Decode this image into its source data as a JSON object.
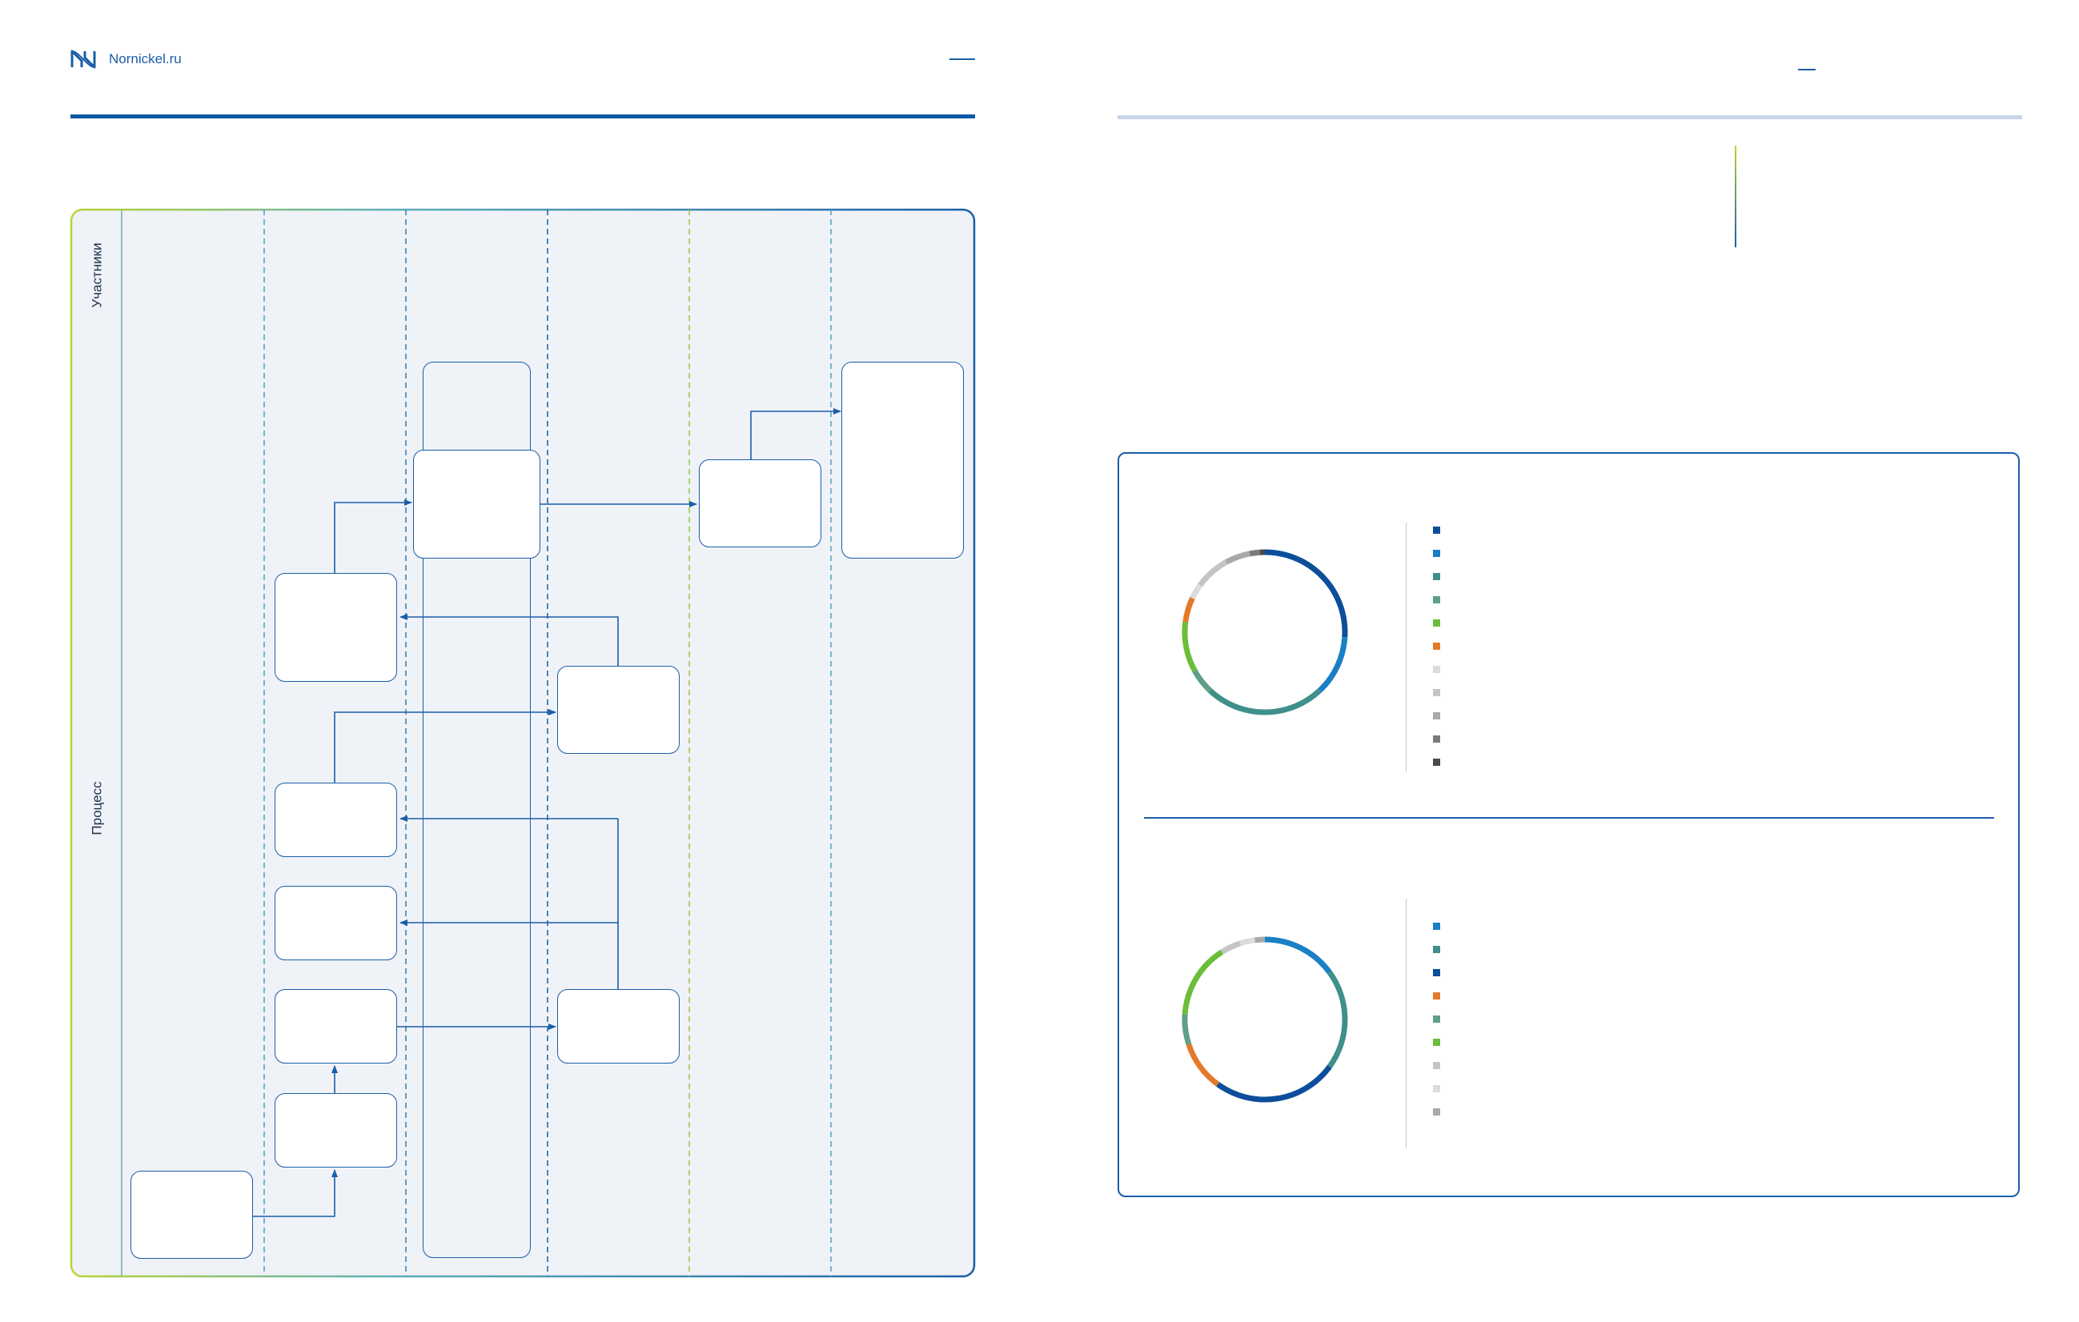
{
  "header": {
    "site_label": "Nornickel.ru",
    "logo_icon": "nornickel-logo-icon"
  },
  "colors": {
    "primary_blue": "#0d4e9a",
    "mid_blue": "#1a7fc4",
    "teal": "#3f8f8a",
    "green": "#6bbd3a",
    "lime": "#b8d433",
    "orange": "#e37a2a",
    "lane_fill": "#eff2f7"
  },
  "flowchart": {
    "lanes": {
      "participants": "Участники",
      "process": "Процесс"
    }
  },
  "charts": [
    {
      "type": "donut",
      "segments": [
        {
          "value": 26,
          "color": "#0d4e9a"
        },
        {
          "value": 12,
          "color": "#1a7fc4"
        },
        {
          "value": 24,
          "color": "#3f8f8a"
        },
        {
          "value": 5,
          "color": "#5f9f88"
        },
        {
          "value": 10,
          "color": "#6bbd3a"
        },
        {
          "value": 5,
          "color": "#e37a2a"
        },
        {
          "value": 3,
          "color": "#dcdcdc"
        },
        {
          "value": 7,
          "color": "#c4c4c4"
        },
        {
          "value": 5,
          "color": "#a9a9a9"
        },
        {
          "value": 2,
          "color": "#7a7a7a"
        },
        {
          "value": 1,
          "color": "#4a4a4a"
        }
      ],
      "legend_colors": [
        "#0d4e9a",
        "#1a7fc4",
        "#3f8f8a",
        "#5f9f88",
        "#6bbd3a",
        "#e37a2a",
        "#dcdcdc",
        "#c4c4c4",
        "#a9a9a9",
        "#7a7a7a",
        "#4a4a4a"
      ]
    },
    {
      "type": "donut",
      "segments": [
        {
          "value": 15,
          "color": "#1a7fc4"
        },
        {
          "value": 20,
          "color": "#3f8f8a"
        },
        {
          "value": 25,
          "color": "#0d4e9a"
        },
        {
          "value": 10,
          "color": "#e37a2a"
        },
        {
          "value": 6,
          "color": "#5f9f88"
        },
        {
          "value": 15,
          "color": "#6bbd3a"
        },
        {
          "value": 4,
          "color": "#c4c4c4"
        },
        {
          "value": 3,
          "color": "#dcdcdc"
        },
        {
          "value": 2,
          "color": "#a9a9a9"
        }
      ],
      "legend_colors": [
        "#1a7fc4",
        "#3f8f8a",
        "#0d4e9a",
        "#e37a2a",
        "#5f9f88",
        "#6bbd3a",
        "#c4c4c4",
        "#dcdcdc",
        "#a9a9a9"
      ]
    }
  ]
}
